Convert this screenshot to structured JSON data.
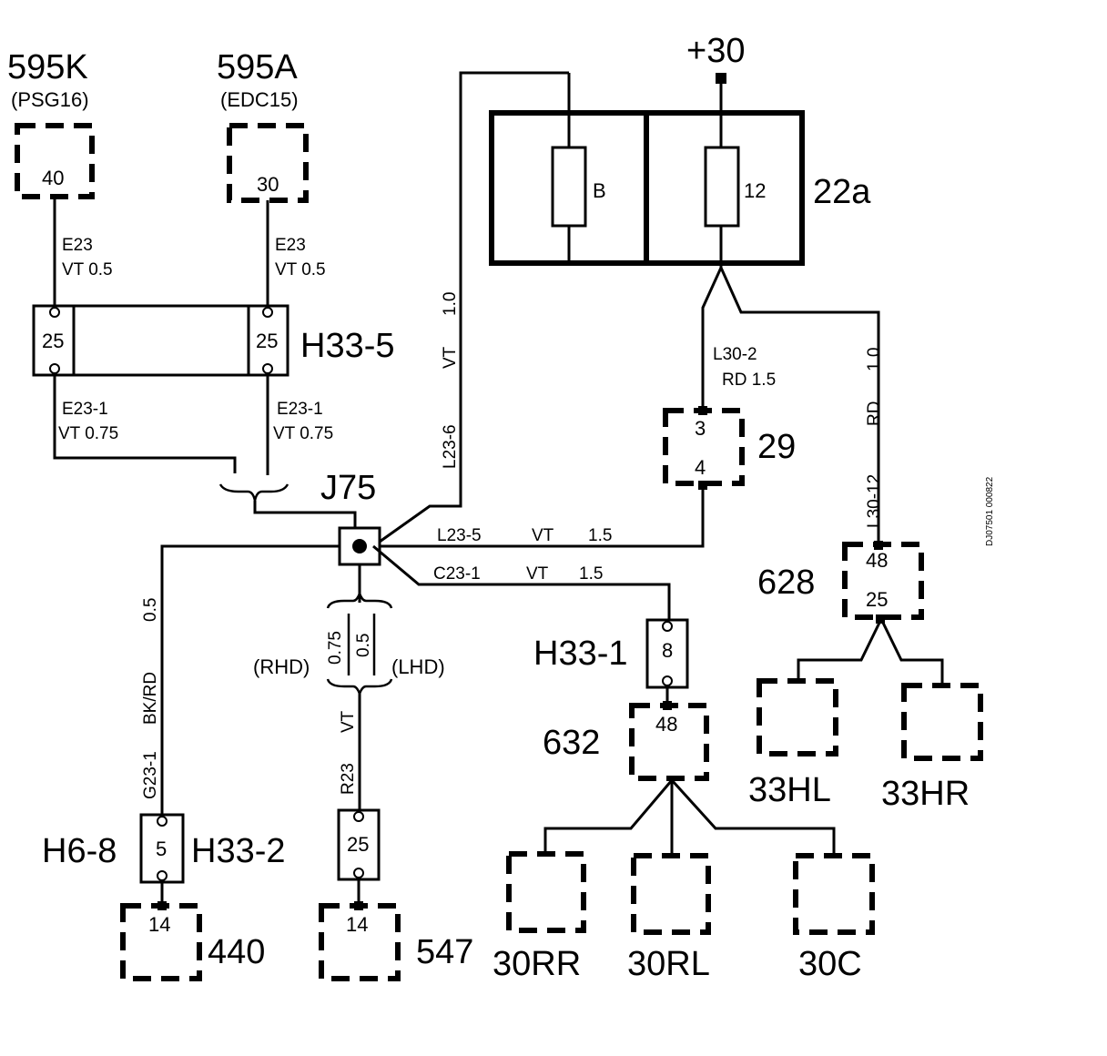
{
  "components": {
    "c595k": {
      "id": "595K",
      "sub": "(PSG16)",
      "pin": "40"
    },
    "c595a": {
      "id": "595A",
      "sub": "(EDC15)",
      "pin": "30"
    },
    "supply": {
      "label": "+30"
    },
    "fusebox": {
      "id": "22a",
      "fuse_b": "B",
      "fuse_12": "12"
    },
    "h33_5": {
      "id": "H33-5",
      "pin_left": "25",
      "pin_right": "25"
    },
    "j75": {
      "id": "J75"
    },
    "c29": {
      "id": "29",
      "pin_top": "3",
      "pin_bottom": "4"
    },
    "c628": {
      "id": "628",
      "pin_top": "48",
      "pin_bottom": "25"
    },
    "h33_1": {
      "id": "H33-1",
      "pin": "8"
    },
    "c632": {
      "id": "632",
      "pin": "48"
    },
    "c33hl": {
      "id": "33HL"
    },
    "c33hr": {
      "id": "33HR"
    },
    "c30rr": {
      "id": "30RR"
    },
    "c30rl": {
      "id": "30RL"
    },
    "c30c": {
      "id": "30C"
    },
    "h6_8": {
      "id": "H6-8"
    },
    "h33_2": {
      "id": "H33-2",
      "pin": "5"
    },
    "conn_r": {
      "pin": "25"
    },
    "c440": {
      "id": "440",
      "pin": "14"
    },
    "c547": {
      "id": "547",
      "pin": "14"
    },
    "rhd": "(RHD)",
    "lhd": "(LHD)"
  },
  "wires": {
    "e23_left": {
      "name": "E23",
      "spec": "VT  0.5"
    },
    "e23_right": {
      "name": "E23",
      "spec": "VT  0.5"
    },
    "e231_left": {
      "name": "E23-1",
      "spec": "VT  0.75"
    },
    "e231_right": {
      "name": "E23-1",
      "spec": "VT  0.75"
    },
    "l236": {
      "name": "L23-6",
      "color": "VT",
      "size": "1.0"
    },
    "l302": {
      "name": "L30-2",
      "spec": "RD  1.5"
    },
    "l3012": {
      "name": "L30-12",
      "color": "RD",
      "size": "1.0"
    },
    "l235": {
      "name": "L23-5",
      "color": "VT",
      "size": "1.5"
    },
    "c231": {
      "name": "C23-1",
      "color": "VT",
      "size": "1.5"
    },
    "g231": {
      "name": "G23-1",
      "color": "BK/RD",
      "size": "0.5"
    },
    "r23": {
      "name": "R23",
      "color": "VT",
      "size_rhd": "0.75",
      "size_lhd": "0.5"
    }
  },
  "doc_ref": "DJ07501 000822"
}
